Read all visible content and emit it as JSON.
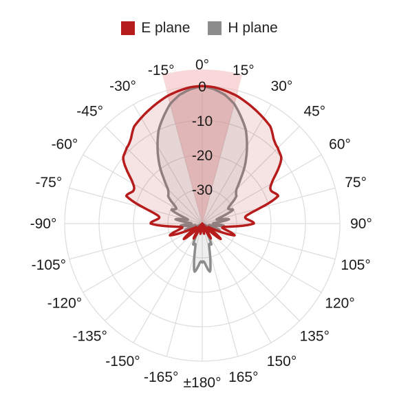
{
  "chart_data": {
    "type": "polar-line",
    "title": "",
    "legend": {
      "placement": "top-center"
    },
    "series": [
      {
        "name": "E plane",
        "color": "#b71c1c"
      },
      {
        "name": "H plane",
        "color": "#8c8c8c"
      }
    ],
    "radial_axis": {
      "unit": "dB",
      "range": [
        -40,
        0
      ],
      "ticks": [
        0,
        -10,
        -20,
        -30
      ],
      "tick_labels": [
        "0",
        "-10",
        "-20",
        "-30"
      ]
    },
    "angular_axis": {
      "zero_direction": "top",
      "direction": "clockwise",
      "tick_step_deg": 15,
      "tick_labels": [
        "0°",
        "15°",
        "30°",
        "45°",
        "60°",
        "75°",
        "90°",
        "105°",
        "120°",
        "135°",
        "150°",
        "165°",
        "±180°",
        "-165°",
        "-150°",
        "-135°",
        "-120°",
        "-105°",
        "-90°",
        "-75°",
        "-60°",
        "-45°",
        "-30°",
        "-15°"
      ]
    },
    "highlight_sector": {
      "from_deg": -15,
      "to_deg": 15,
      "color": "#f2b8b8"
    },
    "grid": true,
    "approximate_envelope": {
      "E plane": {
        "angles_deg": [
          0,
          5,
          10,
          15,
          20,
          25,
          30,
          35,
          40,
          45,
          50,
          55,
          60,
          65,
          70,
          75,
          80,
          85,
          90,
          95,
          100,
          105,
          110,
          115,
          120,
          125,
          130,
          135,
          140,
          145,
          150,
          155,
          160,
          165,
          170,
          175,
          180
        ],
        "db": [
          0,
          -0.2,
          -0.8,
          -1.5,
          -2.5,
          -3.5,
          -4.5,
          -5.5,
          -7,
          -8,
          -10,
          -11.5,
          -13,
          -15,
          -16.5,
          -19,
          -21,
          -23,
          -25,
          -27,
          -28,
          -29,
          -30,
          -31,
          -32,
          -32.5,
          -33,
          -33.5,
          -34,
          -34.5,
          -35,
          -35.5,
          -36,
          -36.5,
          -37,
          -37.5,
          -38
        ]
      },
      "H plane": {
        "angles_deg": [
          0,
          5,
          10,
          15,
          20,
          25,
          30,
          35,
          40,
          45,
          50,
          55,
          60,
          65,
          70,
          75,
          80,
          85,
          90,
          95,
          100,
          105,
          110,
          115,
          120,
          125,
          130,
          135,
          140,
          145,
          150,
          155,
          160,
          165,
          170,
          175,
          180
        ],
        "db": [
          0,
          -0.8,
          -2,
          -4,
          -7,
          -10,
          -14,
          -18,
          -22,
          -25,
          -27,
          -28,
          -29,
          -30,
          -31,
          -32,
          -32,
          -32.5,
          -33,
          -33.5,
          -34,
          -34,
          -34.5,
          -35,
          -35.5,
          -36,
          -36.5,
          -37,
          -37,
          -37,
          -36,
          -34,
          -31,
          -28,
          -26,
          -25,
          -25
        ]
      }
    }
  }
}
